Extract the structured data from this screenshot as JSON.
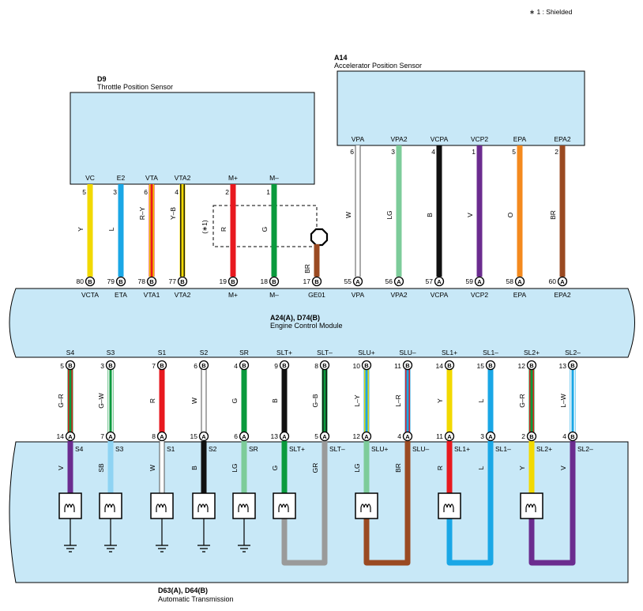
{
  "legend": "∗ 1 : Shielded",
  "shield_tag": "(∗1)",
  "colors": {
    "Y": "#f2d900",
    "L": "#1aa7e6",
    "R": "#e8191f",
    "G": "#0a9a3d",
    "W": "#ffffff",
    "LG": "#7dcc9a",
    "B": "#111111",
    "V": "#6b2c8f",
    "O": "#f48a1e",
    "BR": "#9a4a22",
    "SB": "#8ed3f3",
    "GR": "#9a9a9a",
    "box": "#c8e8f7"
  },
  "tps": {
    "code": "D9",
    "name": "Throttle Position Sensor",
    "pins": [
      {
        "label": "VC",
        "pin": "5",
        "wire": "Y",
        "ecu_pin": "80",
        "conn": "B",
        "ecu_label": "VCTA"
      },
      {
        "label": "E2",
        "pin": "3",
        "wire": "L",
        "ecu_pin": "79",
        "conn": "B",
        "ecu_label": "ETA"
      },
      {
        "label": "VTA",
        "pin": "6",
        "wire": "R–Y",
        "ecu_pin": "78",
        "conn": "B",
        "ecu_label": "VTA1"
      },
      {
        "label": "VTA2",
        "pin": "4",
        "wire": "Y–B",
        "ecu_pin": "77",
        "conn": "B",
        "ecu_label": "VTA2"
      },
      {
        "label": "M+",
        "pin": "2",
        "wire": "R",
        "ecu_pin": "19",
        "conn": "B",
        "ecu_label": "M+"
      },
      {
        "label": "M–",
        "pin": "1",
        "wire": "G",
        "ecu_pin": "18",
        "conn": "B",
        "ecu_label": "M–"
      }
    ]
  },
  "ground": {
    "wire": "BR",
    "ecu_pin": "17",
    "conn": "B",
    "ecu_label": "GE01"
  },
  "aps": {
    "code": "A14",
    "name": "Accelerator Position Sensor",
    "pins": [
      {
        "label": "VPA",
        "pin": "6",
        "wire": "W",
        "ecu_pin": "55",
        "conn": "A",
        "ecu_label": "VPA"
      },
      {
        "label": "VPA2",
        "pin": "3",
        "wire": "LG",
        "ecu_pin": "56",
        "conn": "A",
        "ecu_label": "VPA2"
      },
      {
        "label": "VCPA",
        "pin": "4",
        "wire": "B",
        "ecu_pin": "57",
        "conn": "A",
        "ecu_label": "VCPA"
      },
      {
        "label": "VCP2",
        "pin": "1",
        "wire": "V",
        "ecu_pin": "59",
        "conn": "A",
        "ecu_label": "VCP2"
      },
      {
        "label": "EPA",
        "pin": "5",
        "wire": "O",
        "ecu_pin": "58",
        "conn": "A",
        "ecu_label": "EPA"
      },
      {
        "label": "EPA2",
        "pin": "2",
        "wire": "BR",
        "ecu_pin": "60",
        "conn": "A",
        "ecu_label": "EPA2"
      }
    ]
  },
  "ecm": {
    "code": "A24(A), D74(B)",
    "name": "Engine Control Module"
  },
  "at": {
    "code": "D63(A), D64(B)",
    "name": "Automatic Transmission",
    "pins": [
      {
        "ecm_label": "S4",
        "ecm_pin": "5",
        "ecm_conn": "B",
        "wire": "G–R",
        "at_pin": "14",
        "at_conn": "A",
        "at_label": "S4",
        "int_wire": "V"
      },
      {
        "ecm_label": "S3",
        "ecm_pin": "3",
        "ecm_conn": "B",
        "wire": "G–W",
        "at_pin": "7",
        "at_conn": "A",
        "at_label": "S3",
        "int_wire": "SB"
      },
      {
        "ecm_label": "S1",
        "ecm_pin": "7",
        "ecm_conn": "B",
        "wire": "R",
        "at_pin": "8",
        "at_conn": "A",
        "at_label": "S1",
        "int_wire": "W"
      },
      {
        "ecm_label": "S2",
        "ecm_pin": "6",
        "ecm_conn": "B",
        "wire": "W",
        "at_pin": "15",
        "at_conn": "A",
        "at_label": "S2",
        "int_wire": "B"
      },
      {
        "ecm_label": "SR",
        "ecm_pin": "4",
        "ecm_conn": "B",
        "wire": "G",
        "at_pin": "6",
        "at_conn": "A",
        "at_label": "SR",
        "int_wire": "LG"
      },
      {
        "ecm_label": "SLT+",
        "ecm_pin": "9",
        "ecm_conn": "B",
        "wire": "B",
        "at_pin": "13",
        "at_conn": "A",
        "at_label": "SLT+",
        "int_wire": "G"
      },
      {
        "ecm_label": "SLT–",
        "ecm_pin": "8",
        "ecm_conn": "B",
        "wire": "G–B",
        "at_pin": "5",
        "at_conn": "A",
        "at_label": "SLT–",
        "int_wire": "GR"
      },
      {
        "ecm_label": "SLU+",
        "ecm_pin": "10",
        "ecm_conn": "B",
        "wire": "L–Y",
        "at_pin": "12",
        "at_conn": "A",
        "at_label": "SLU+",
        "int_wire": "LG"
      },
      {
        "ecm_label": "SLU–",
        "ecm_pin": "11",
        "ecm_conn": "B",
        "wire": "L–R",
        "at_pin": "4",
        "at_conn": "A",
        "at_label": "SLU–",
        "int_wire": "BR"
      },
      {
        "ecm_label": "SL1+",
        "ecm_pin": "14",
        "ecm_conn": "B",
        "wire": "Y",
        "at_pin": "11",
        "at_conn": "A",
        "at_label": "SL1+",
        "int_wire": "R"
      },
      {
        "ecm_label": "SL1–",
        "ecm_pin": "15",
        "ecm_conn": "B",
        "wire": "L",
        "at_pin": "3",
        "at_conn": "A",
        "at_label": "SL1–",
        "int_wire": "L"
      },
      {
        "ecm_label": "SL2+",
        "ecm_pin": "12",
        "ecm_conn": "B",
        "wire": "G–R",
        "at_pin": "2",
        "at_conn": "B",
        "at_label": "SL2+",
        "int_wire": "Y"
      },
      {
        "ecm_label": "SL2–",
        "ecm_pin": "13",
        "ecm_conn": "B",
        "wire": "L–W",
        "at_pin": "4",
        "at_conn": "B",
        "at_label": "SL2–",
        "int_wire": "V"
      }
    ]
  }
}
